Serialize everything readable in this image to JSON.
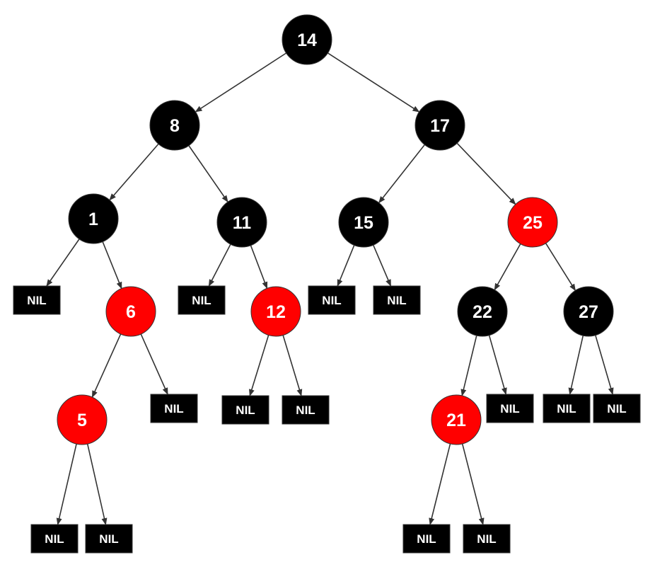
{
  "colors": {
    "black_node": "#000000",
    "red_node": "#ff0000",
    "edge": "#333333",
    "text": "#ffffff"
  },
  "tree": {
    "nodes": [
      {
        "id": "n14",
        "label": "14",
        "color": "black"
      },
      {
        "id": "n8",
        "label": "8",
        "color": "black"
      },
      {
        "id": "n17",
        "label": "17",
        "color": "black"
      },
      {
        "id": "n1",
        "label": "1",
        "color": "black"
      },
      {
        "id": "n11",
        "label": "11",
        "color": "black"
      },
      {
        "id": "n15",
        "label": "15",
        "color": "black"
      },
      {
        "id": "n25",
        "label": "25",
        "color": "red"
      },
      {
        "id": "n6",
        "label": "6",
        "color": "red"
      },
      {
        "id": "n12",
        "label": "12",
        "color": "red"
      },
      {
        "id": "n22",
        "label": "22",
        "color": "black"
      },
      {
        "id": "n27",
        "label": "27",
        "color": "black"
      },
      {
        "id": "n5",
        "label": "5",
        "color": "red"
      },
      {
        "id": "n21",
        "label": "21",
        "color": "red"
      },
      {
        "id": "nil1",
        "label": "NIL",
        "color": "black",
        "kind": "nil"
      },
      {
        "id": "nil2",
        "label": "NIL",
        "color": "black",
        "kind": "nil"
      },
      {
        "id": "nil3",
        "label": "NIL",
        "color": "black",
        "kind": "nil"
      },
      {
        "id": "nil4",
        "label": "NIL",
        "color": "black",
        "kind": "nil"
      },
      {
        "id": "nil5",
        "label": "NIL",
        "color": "black",
        "kind": "nil"
      },
      {
        "id": "nil6",
        "label": "NIL",
        "color": "black",
        "kind": "nil"
      },
      {
        "id": "nil7",
        "label": "NIL",
        "color": "black",
        "kind": "nil"
      },
      {
        "id": "nil8",
        "label": "NIL",
        "color": "black",
        "kind": "nil"
      },
      {
        "id": "nil9",
        "label": "NIL",
        "color": "black",
        "kind": "nil"
      },
      {
        "id": "nil10",
        "label": "NIL",
        "color": "black",
        "kind": "nil"
      },
      {
        "id": "nil11",
        "label": "NIL",
        "color": "black",
        "kind": "nil"
      },
      {
        "id": "nil12",
        "label": "NIL",
        "color": "black",
        "kind": "nil"
      },
      {
        "id": "nil13",
        "label": "NIL",
        "color": "black",
        "kind": "nil"
      },
      {
        "id": "nil14",
        "label": "NIL",
        "color": "black",
        "kind": "nil"
      }
    ],
    "edges": [
      [
        "n14",
        "n8"
      ],
      [
        "n14",
        "n17"
      ],
      [
        "n8",
        "n1"
      ],
      [
        "n8",
        "n11"
      ],
      [
        "n17",
        "n15"
      ],
      [
        "n17",
        "n25"
      ],
      [
        "n1",
        "nil1"
      ],
      [
        "n1",
        "n6"
      ],
      [
        "n11",
        "nil2"
      ],
      [
        "n11",
        "n12"
      ],
      [
        "n15",
        "nil3"
      ],
      [
        "n15",
        "nil4"
      ],
      [
        "n25",
        "n22"
      ],
      [
        "n25",
        "n27"
      ],
      [
        "n6",
        "n5"
      ],
      [
        "n6",
        "nil5"
      ],
      [
        "n12",
        "nil6"
      ],
      [
        "n12",
        "nil7"
      ],
      [
        "n22",
        "n21"
      ],
      [
        "n22",
        "nil8"
      ],
      [
        "n27",
        "nil9"
      ],
      [
        "n27",
        "nil10"
      ],
      [
        "n5",
        "nil11"
      ],
      [
        "n5",
        "nil12"
      ],
      [
        "n21",
        "nil13"
      ],
      [
        "n21",
        "nil14"
      ]
    ]
  }
}
